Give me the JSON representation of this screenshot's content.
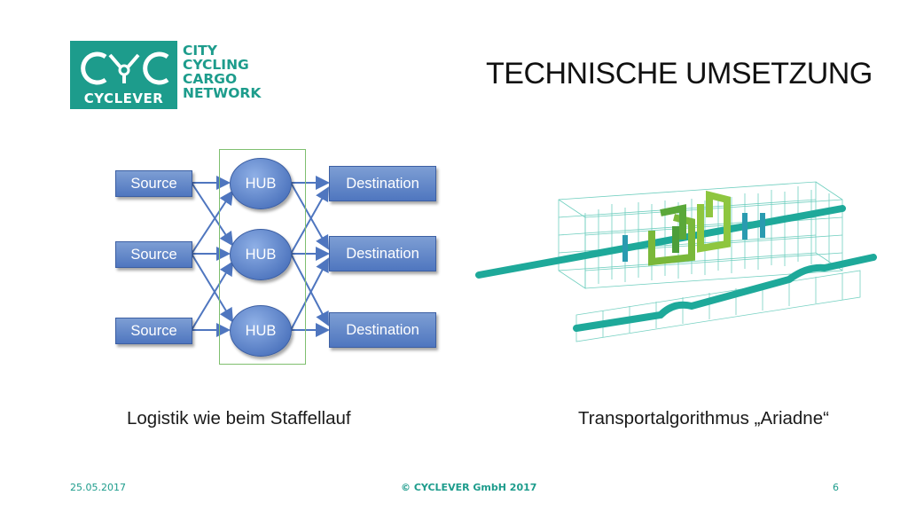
{
  "logo": {
    "wordmark": "CYCLEVER",
    "tagline": [
      "CITY",
      "CYCLING",
      "CARGO",
      "NETWORK"
    ],
    "brand_color": "#1d9c8c"
  },
  "title": "TECHNISCHE UMSETZUNG",
  "diagram": {
    "sources": [
      "Source",
      "Source",
      "Source"
    ],
    "hubs": [
      "HUB",
      "HUB",
      "HUB"
    ],
    "destinations": [
      "Destination",
      "Destination",
      "Destination"
    ],
    "node_color": "#5b82c6"
  },
  "captions": {
    "left": "Logistik wie beim Staffellauf",
    "right": "Transportalgorithmus „Ariadne“"
  },
  "footer": {
    "date": "25.05.2017",
    "copyright": "© CYCLEVER GmbH 2017",
    "page": "6"
  }
}
